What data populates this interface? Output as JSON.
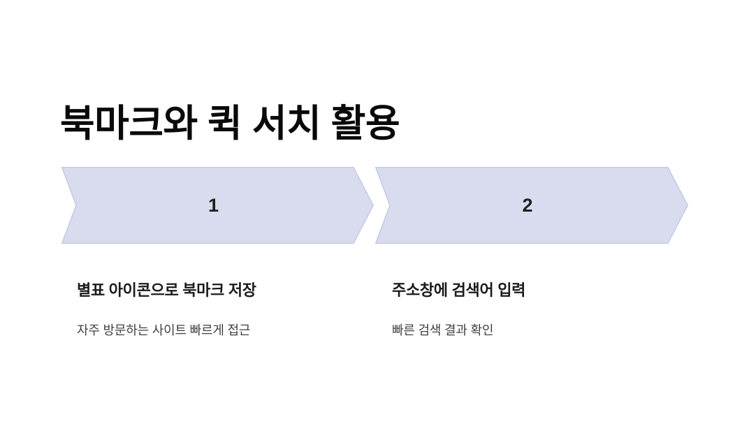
{
  "slide": {
    "title": "북마크와 퀵 서치 활용",
    "background_color": "#ffffff"
  },
  "theme": {
    "chevron_fill": "#d8dcee",
    "chevron_stroke": "#c3c8e0",
    "title_color": "#0a0a0a",
    "heading_color": "#1a1a1a",
    "description_color": "#404040",
    "number_color": "#1f1f1f"
  },
  "steps": [
    {
      "number": "1",
      "heading": "별표 아이콘으로 북마크 저장",
      "description": "자주 방문하는 사이트 빠르게 접근"
    },
    {
      "number": "2",
      "heading": "주소창에 검색어 입력",
      "description": "빠른 검색 결과 확인"
    }
  ]
}
